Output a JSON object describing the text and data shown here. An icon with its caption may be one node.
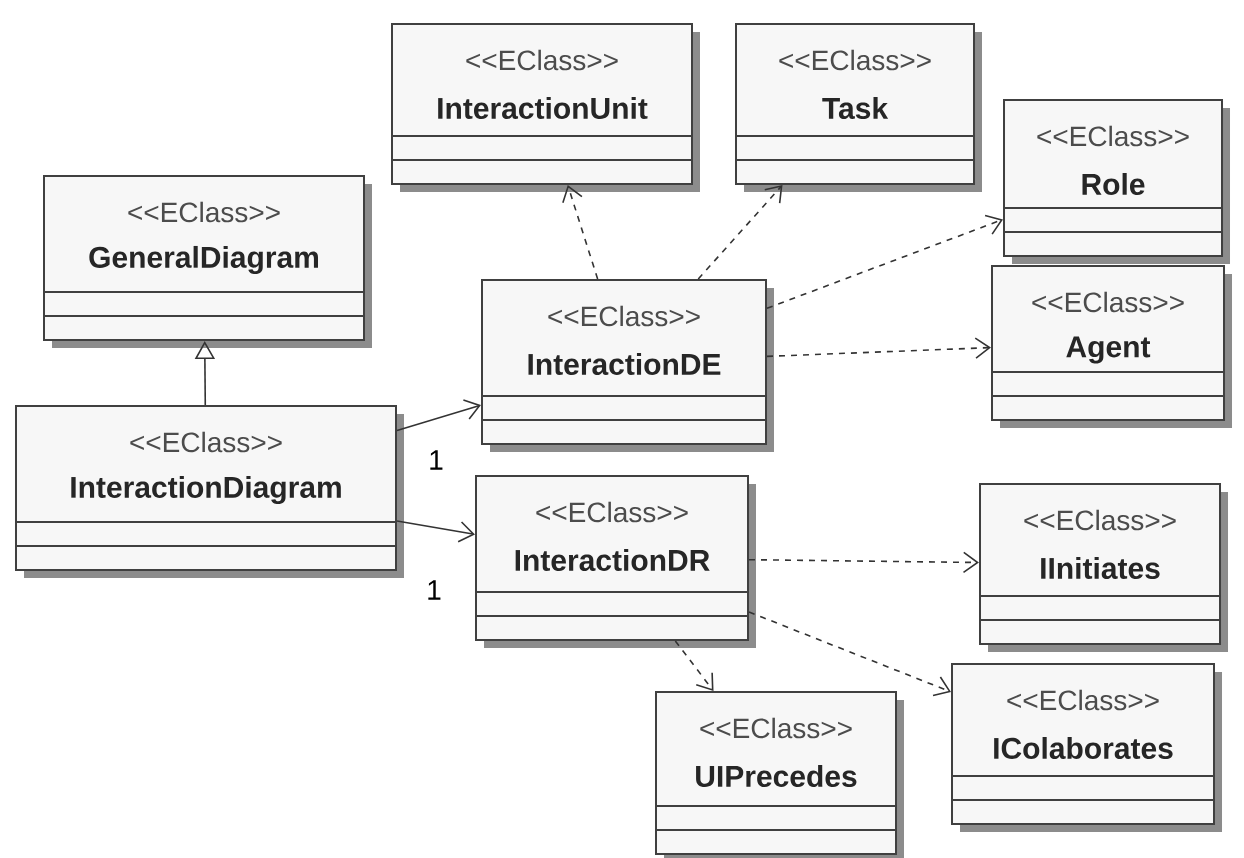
{
  "diagram": {
    "nodes": [
      {
        "text": [
          "<<EClass>>",
          "InteractionUnit"
        ]
      },
      {
        "text": [
          "<<EClass>>",
          "Task"
        ]
      },
      {
        "text": [
          "<<EClass>>",
          "Role"
        ]
      },
      {
        "text": [
          "<<EClass>>",
          "GeneralDiagram"
        ]
      },
      {
        "text": [
          "<<EClass>>",
          "Agent"
        ]
      },
      {
        "text": [
          "<<EClass>>",
          "InteractionDE"
        ]
      },
      {
        "text": [
          "<<EClass>>",
          "InteractionDiagram"
        ]
      },
      {
        "text": [
          "<<EClass>>",
          "InteractionDR"
        ]
      },
      {
        "text": [
          "<<EClass>>",
          "IInitiates"
        ]
      },
      {
        "text": [
          "<<EClass>>",
          "UIPrecedes"
        ]
      },
      {
        "text": [
          "<<EClass>>",
          "IColaborates"
        ]
      }
    ],
    "edges": [
      {
        "from": 6,
        "to": 3,
        "arrow": "to"
      },
      {
        "from": 6,
        "to": 5,
        "arrow": "to",
        "label": "1"
      },
      {
        "from": 6,
        "to": 7,
        "arrow": "to",
        "label": "1"
      },
      {
        "from": 5,
        "to": 0,
        "arrow": "to",
        "style": "dashed"
      },
      {
        "from": 5,
        "to": 1,
        "arrow": "to",
        "style": "dashed"
      },
      {
        "from": 5,
        "to": 2,
        "arrow": "to",
        "style": "dashed"
      },
      {
        "from": 5,
        "to": 4,
        "arrow": "to",
        "style": "dashed"
      },
      {
        "from": 7,
        "to": 8,
        "arrow": "to",
        "style": "dashed"
      },
      {
        "from": 7,
        "to": 9,
        "arrow": "to",
        "style": "dashed"
      },
      {
        "from": 7,
        "to": 10,
        "arrow": "to",
        "style": "dashed"
      }
    ]
  }
}
